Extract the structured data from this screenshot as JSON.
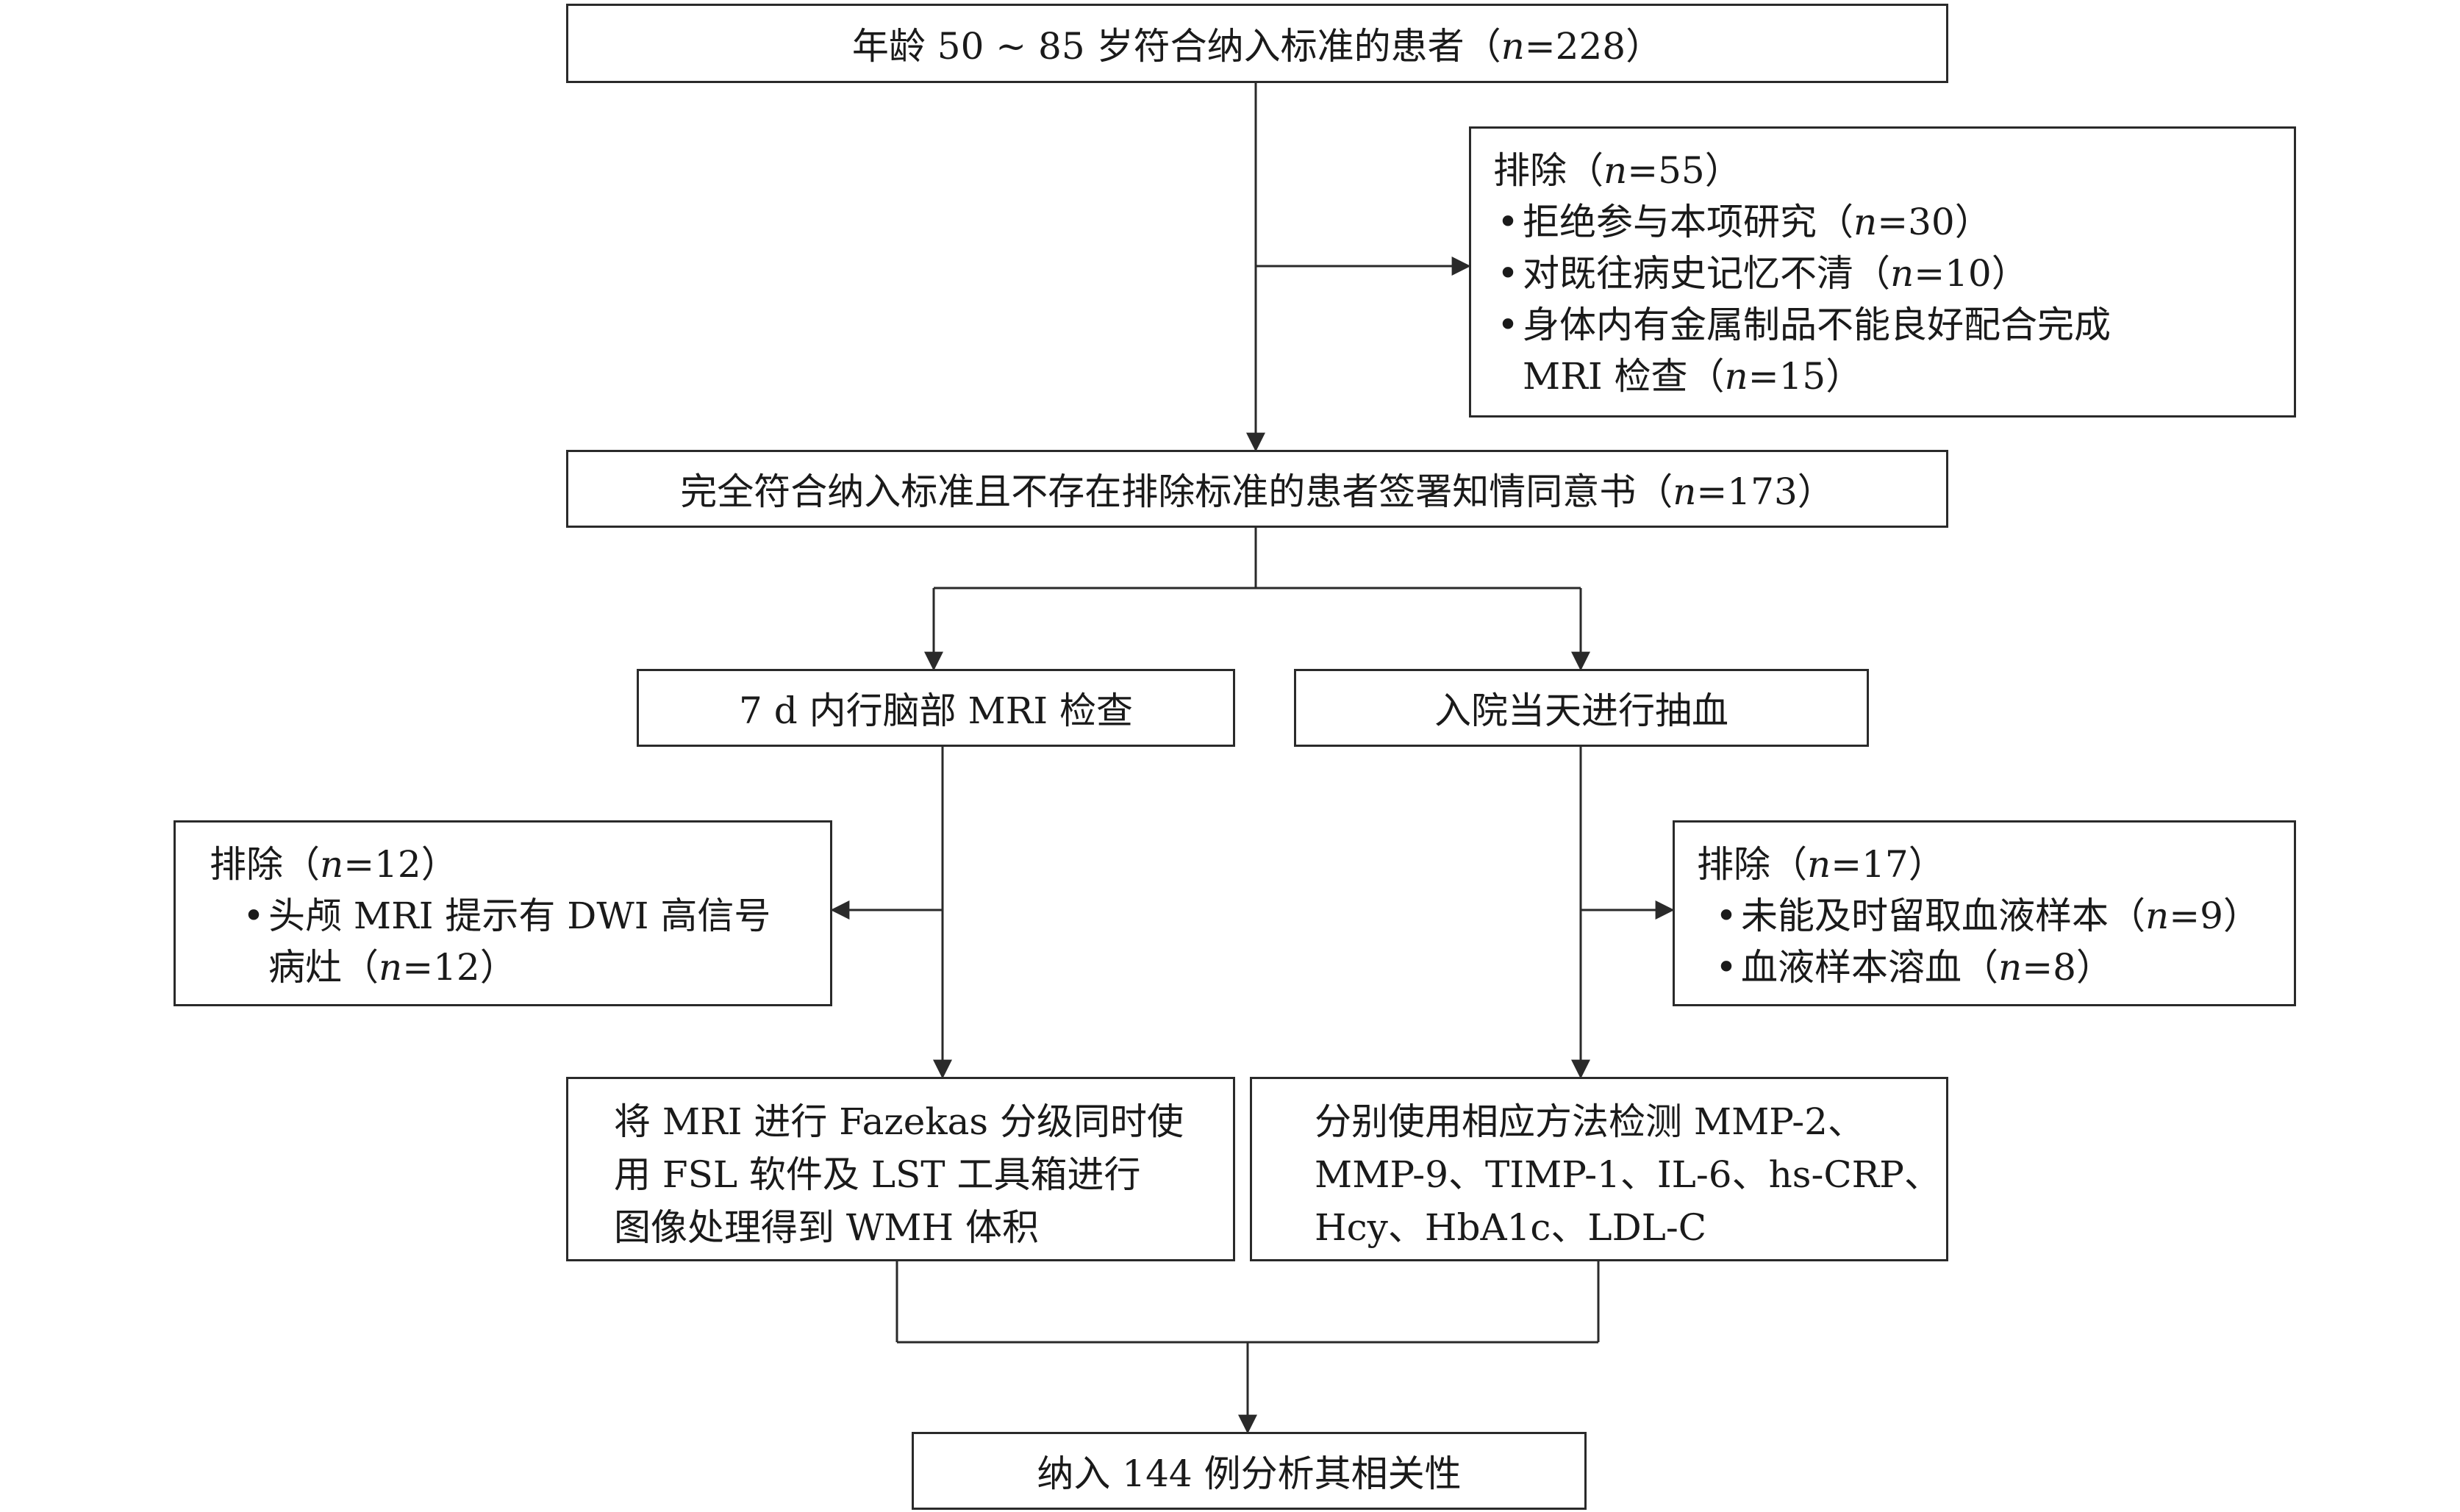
{
  "top": {
    "prefix": "年龄 50 ~ 85 岁符合纳入标准的患者（",
    "n": "n",
    "suffix": "=228）"
  },
  "exclude1": {
    "title_prefix": "排除（",
    "title_n": "n",
    "title_suffix": "=55）",
    "items": [
      {
        "text": "拒绝参与本项研究（",
        "n": "n",
        "count": "=30）"
      },
      {
        "text": "对既往病史记忆不清（",
        "n": "n",
        "count": "=10）"
      },
      {
        "text": "身体内有金属制品不能良好配合完成"
      }
    ],
    "continuation": {
      "text": "MRI 检查（",
      "n": "n",
      "count": "=15）"
    }
  },
  "consent": {
    "prefix": "完全符合纳入标准且不存在排除标准的患者签署知情同意书（",
    "n": "n",
    "suffix": "=173）"
  },
  "mri_exam": {
    "label": "7 d 内行脑部 MRI 检查"
  },
  "blood_draw": {
    "label": "入院当天进行抽血"
  },
  "exclude_mri": {
    "title_prefix": "排除（",
    "title_n": "n",
    "title_suffix": "=12）",
    "item": "头颅 MRI 提示有 DWI 高信号",
    "continuation": {
      "text": "病灶（",
      "n": "n",
      "count": "=12）"
    }
  },
  "exclude_blood": {
    "title_prefix": "排除（",
    "title_n": "n",
    "title_suffix": "=17）",
    "items": [
      {
        "text": "未能及时留取血液样本（",
        "n": "n",
        "count": "=9）"
      },
      {
        "text": "血液样本溶血（",
        "n": "n",
        "count": "=8）"
      }
    ]
  },
  "mri_processing": {
    "lines": [
      "将 MRI 进行 Fazekas 分级同时使",
      "用 FSL 软件及 LST 工具箱进行",
      "图像处理得到 WMH 体积"
    ]
  },
  "blood_processing": {
    "lines": [
      "分别使用相应方法检测 MMP-2、",
      "MMP-9、TIMP-1、IL-6、hs-CRP、",
      "Hcy、HbA1c、LDL-C"
    ]
  },
  "final": {
    "label": "纳入 144 例分析其相关性"
  },
  "bullet_char": "•",
  "line_color": "#2a2a2a"
}
